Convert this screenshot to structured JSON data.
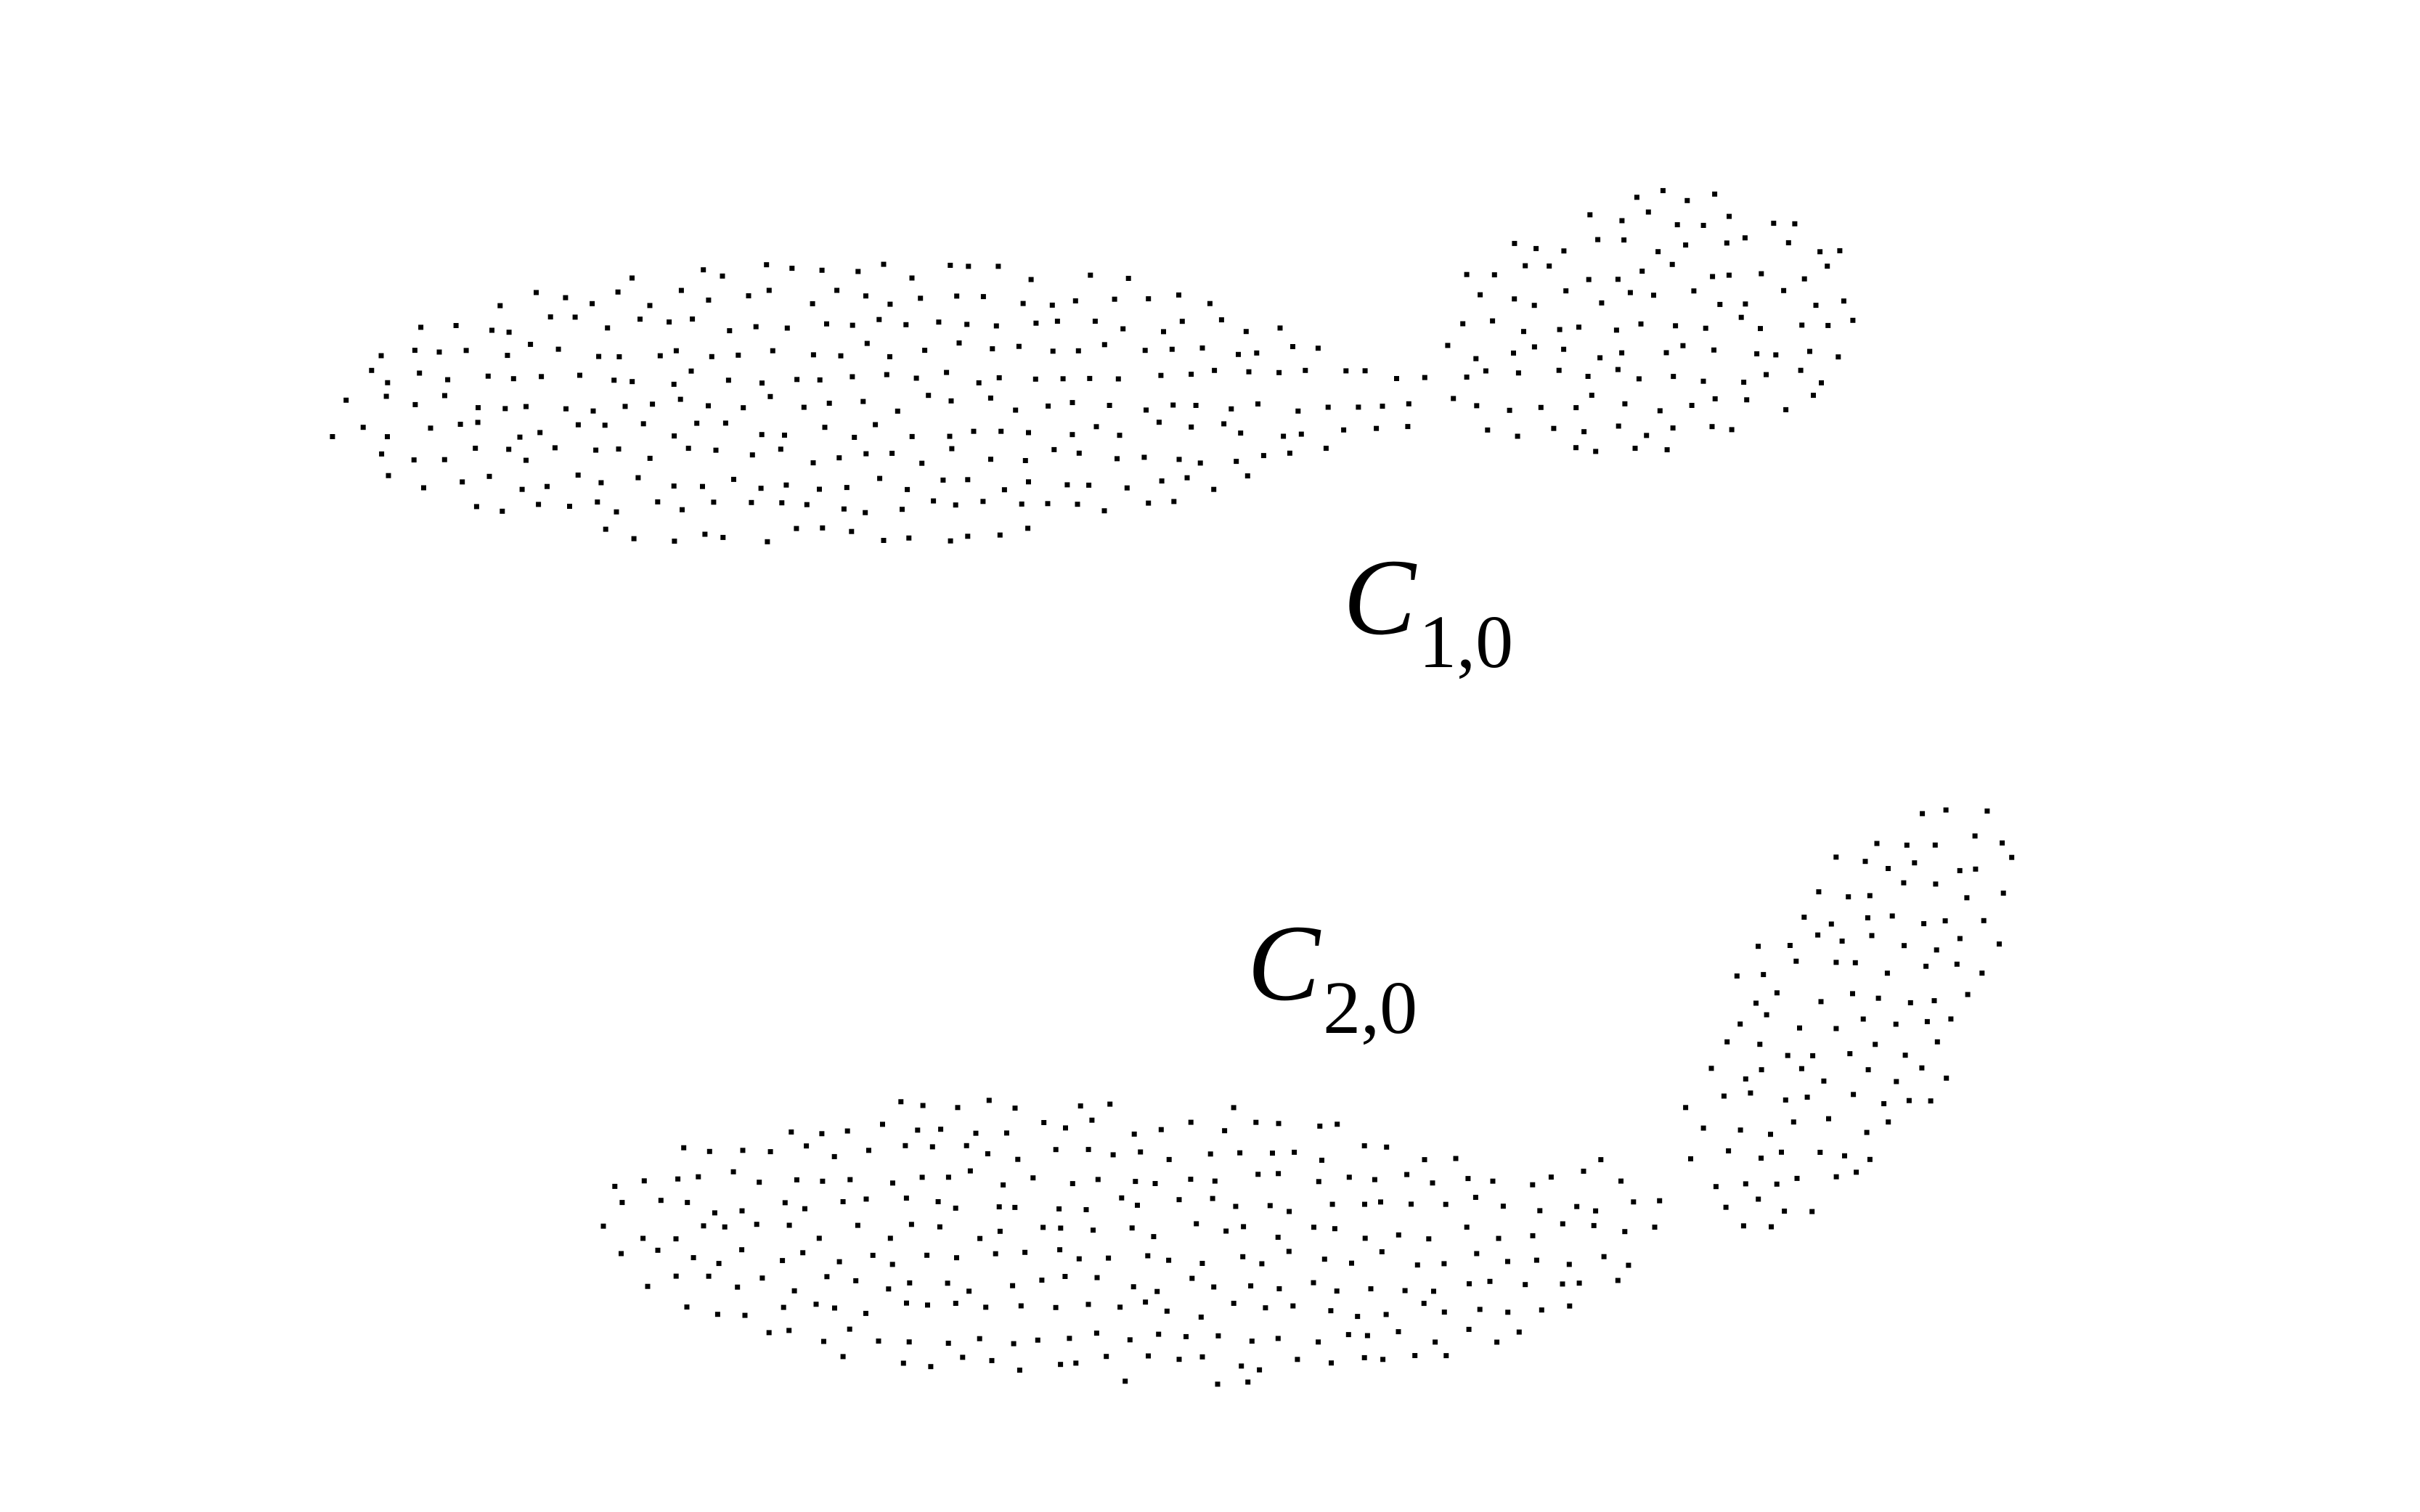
{
  "figure": {
    "clouds": [
      {
        "id": "c10",
        "label_main": "C",
        "label_sub": "1,0",
        "dot_color": "#000000"
      },
      {
        "id": "c20",
        "label_main": "C",
        "label_sub": "2,0",
        "dot_color": "#000000"
      }
    ]
  }
}
